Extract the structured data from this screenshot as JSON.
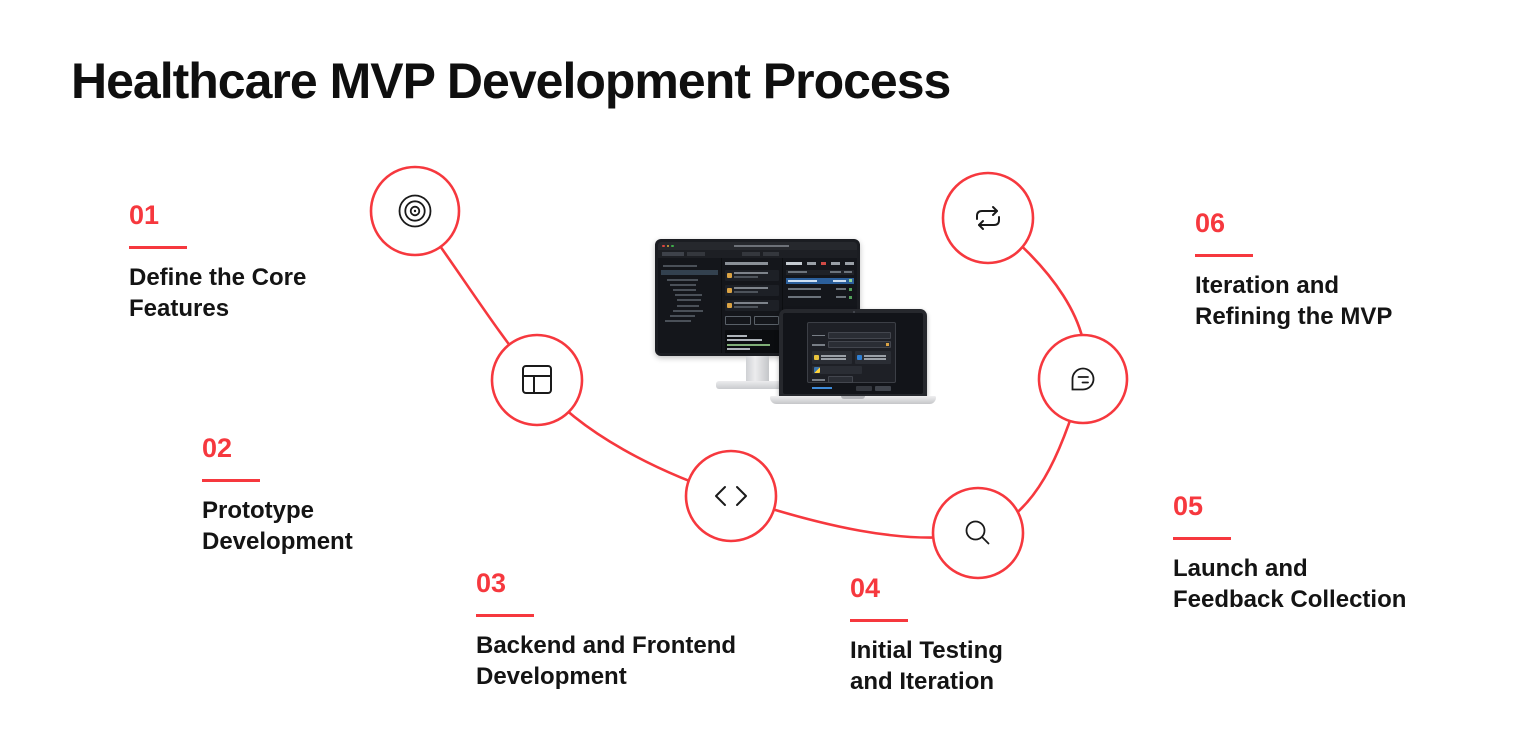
{
  "page": {
    "title": "Healthcare MVP Development Process",
    "background_color": "#ffffff",
    "accent_color": "#f6383e",
    "text_color": "#141414"
  },
  "steps": [
    {
      "number": "01",
      "lines": [
        "Define the Core",
        "Features"
      ],
      "icon": "target-icon"
    },
    {
      "number": "02",
      "lines": [
        "Prototype",
        "Development"
      ],
      "icon": "layout-icon"
    },
    {
      "number": "03",
      "lines": [
        "Backend and Frontend",
        "Development"
      ],
      "icon": "code-icon"
    },
    {
      "number": "04",
      "lines": [
        "Initial Testing",
        "and Iteration"
      ],
      "icon": "search-icon"
    },
    {
      "number": "05",
      "lines": [
        "Launch and",
        "Feedback Collection"
      ],
      "icon": "chat-bubble-icon"
    },
    {
      "number": "06",
      "lines": [
        "Iteration and",
        "Refining the MVP"
      ],
      "icon": "repeat-icon"
    }
  ],
  "illustration": {
    "devices": [
      "desktop-monitor",
      "laptop"
    ]
  }
}
